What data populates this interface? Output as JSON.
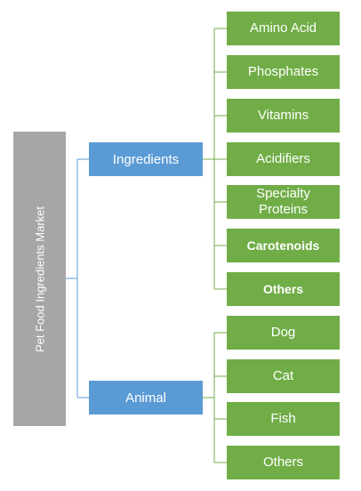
{
  "root": {
    "label": "Pet Food Ingredients Market"
  },
  "categories": [
    {
      "label": "Ingredients"
    },
    {
      "label": "Animal"
    }
  ],
  "ingredients": [
    {
      "label": "Amino  Acid"
    },
    {
      "label": "Phosphates"
    },
    {
      "label": "Vitamins"
    },
    {
      "label": "Acidifiers"
    },
    {
      "label": "Specialty\nProteins"
    },
    {
      "label": "Carotenoids"
    },
    {
      "label": "Others"
    }
  ],
  "animals": [
    {
      "label": "Dog"
    },
    {
      "label": "Cat"
    },
    {
      "label": "Fish"
    },
    {
      "label": "Others"
    }
  ],
  "colors": {
    "root": "#a6a6a6",
    "category": "#5b9bd5",
    "leaf": "#70ad47",
    "connector_blue": "#5b9bd5",
    "connector_green": "#70ad47"
  }
}
